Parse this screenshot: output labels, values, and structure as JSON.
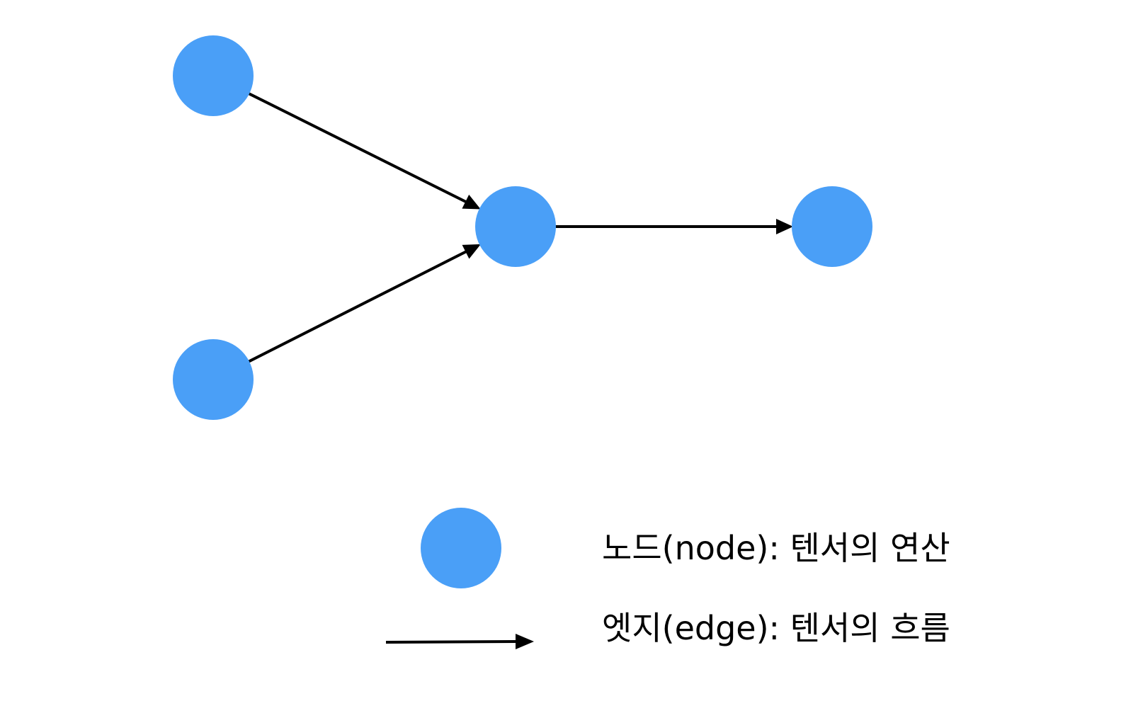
{
  "colors": {
    "node_fill": "#4a9ff7",
    "edge_stroke": "#000000",
    "background": "#ffffff"
  },
  "graph": {
    "nodes": [
      {
        "id": "input-top"
      },
      {
        "id": "input-bottom"
      },
      {
        "id": "middle"
      },
      {
        "id": "output"
      }
    ],
    "edges": [
      {
        "from": "input-top",
        "to": "middle"
      },
      {
        "from": "input-bottom",
        "to": "middle"
      },
      {
        "from": "middle",
        "to": "output"
      }
    ]
  },
  "legend": {
    "node_label": "노드(node): 텐서의 연산",
    "edge_label": "엣지(edge): 텐서의 흐름"
  }
}
